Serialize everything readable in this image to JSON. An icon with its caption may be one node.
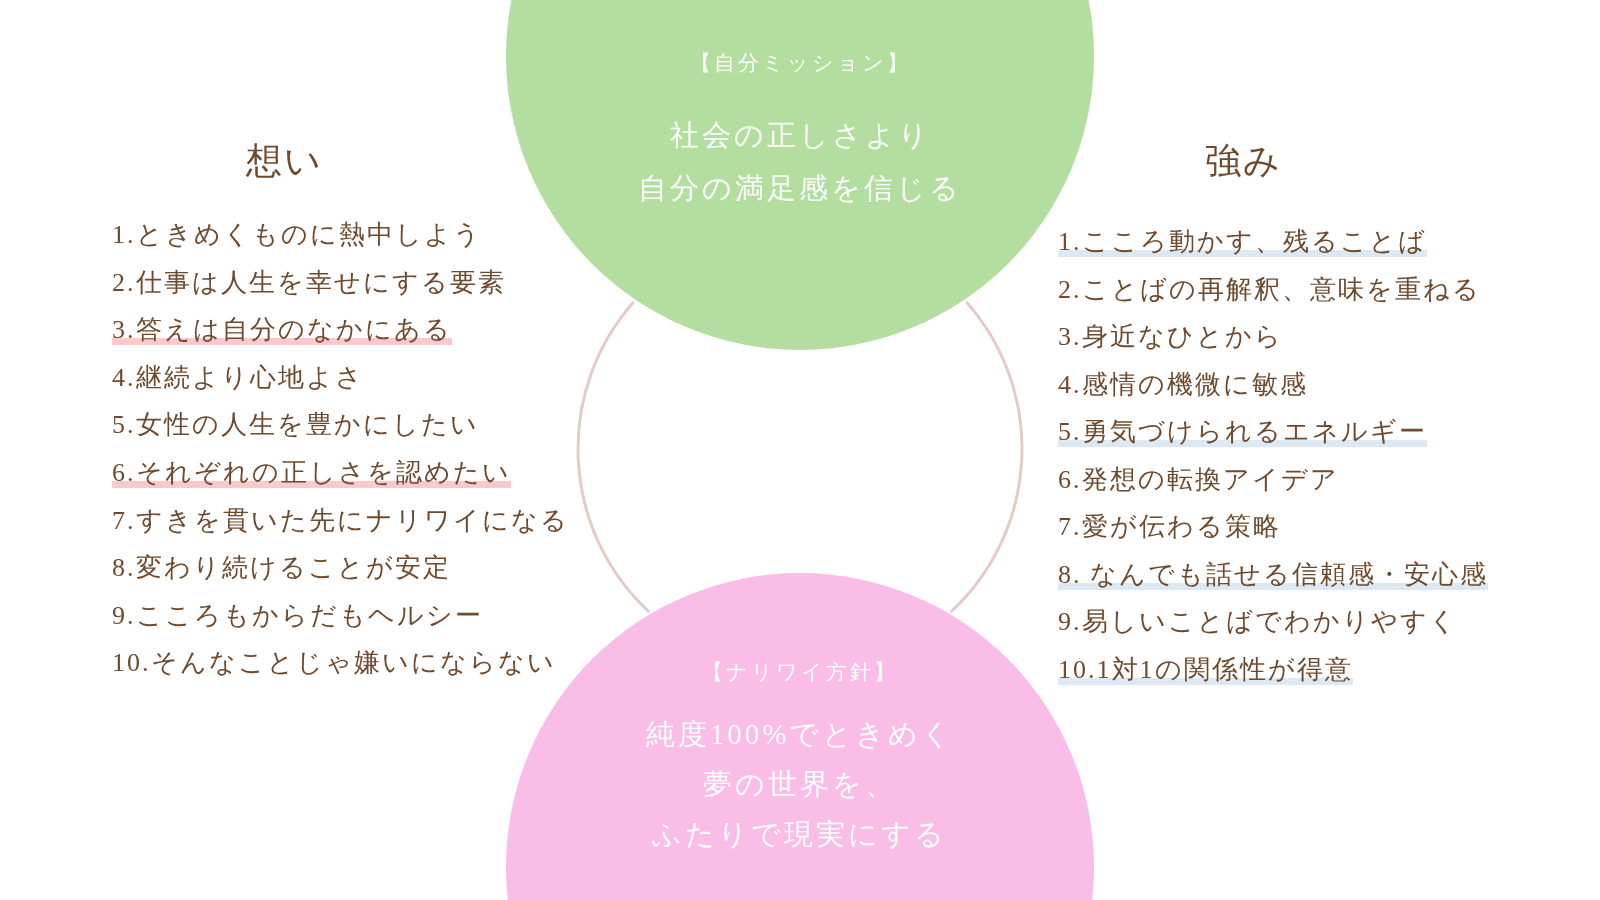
{
  "diagram": {
    "nodes": [
      {
        "text": [
          "【自分ミッション】",
          "社会の正しさより自分の満足感を信じる"
        ]
      },
      {
        "text": [],
        "shape": "circle"
      },
      {
        "text": [
          "【ナリワイ方針】",
          "純度100%でときめく夢の世界を、ふたりで現実にする"
        ]
      }
    ],
    "labels": [
      "想い",
      "1.ときめくものに熱中しよう",
      "2.仕事は人生を幸せにする要素",
      "3.答えは自分のなかにある",
      "4.継続より心地よさ",
      "5.女性の人生を豊かにしたい",
      "6.それぞれの正しさを認めたい",
      "7.すきを貫いた先にナリワイになる",
      "8.変わり続けることが安定",
      "9.こころもからだもヘルシー",
      "10.そんなことじゃ嫌いにならない",
      "強み",
      "1.こころ動かす、残ることば",
      "2.ことばの再解釈、意味を重ねる",
      "3.身近なひとから",
      "4.感情の機微に敏感",
      "5.勇気づけられるエネルギー",
      "6.発想の転換アイデア",
      "7.愛が伝わる策略",
      "8. なんでも話せる信頼感・安心感",
      "9.易しいことばでわかりやすく",
      "10.1対1の関係性が得意"
    ]
  }
}
